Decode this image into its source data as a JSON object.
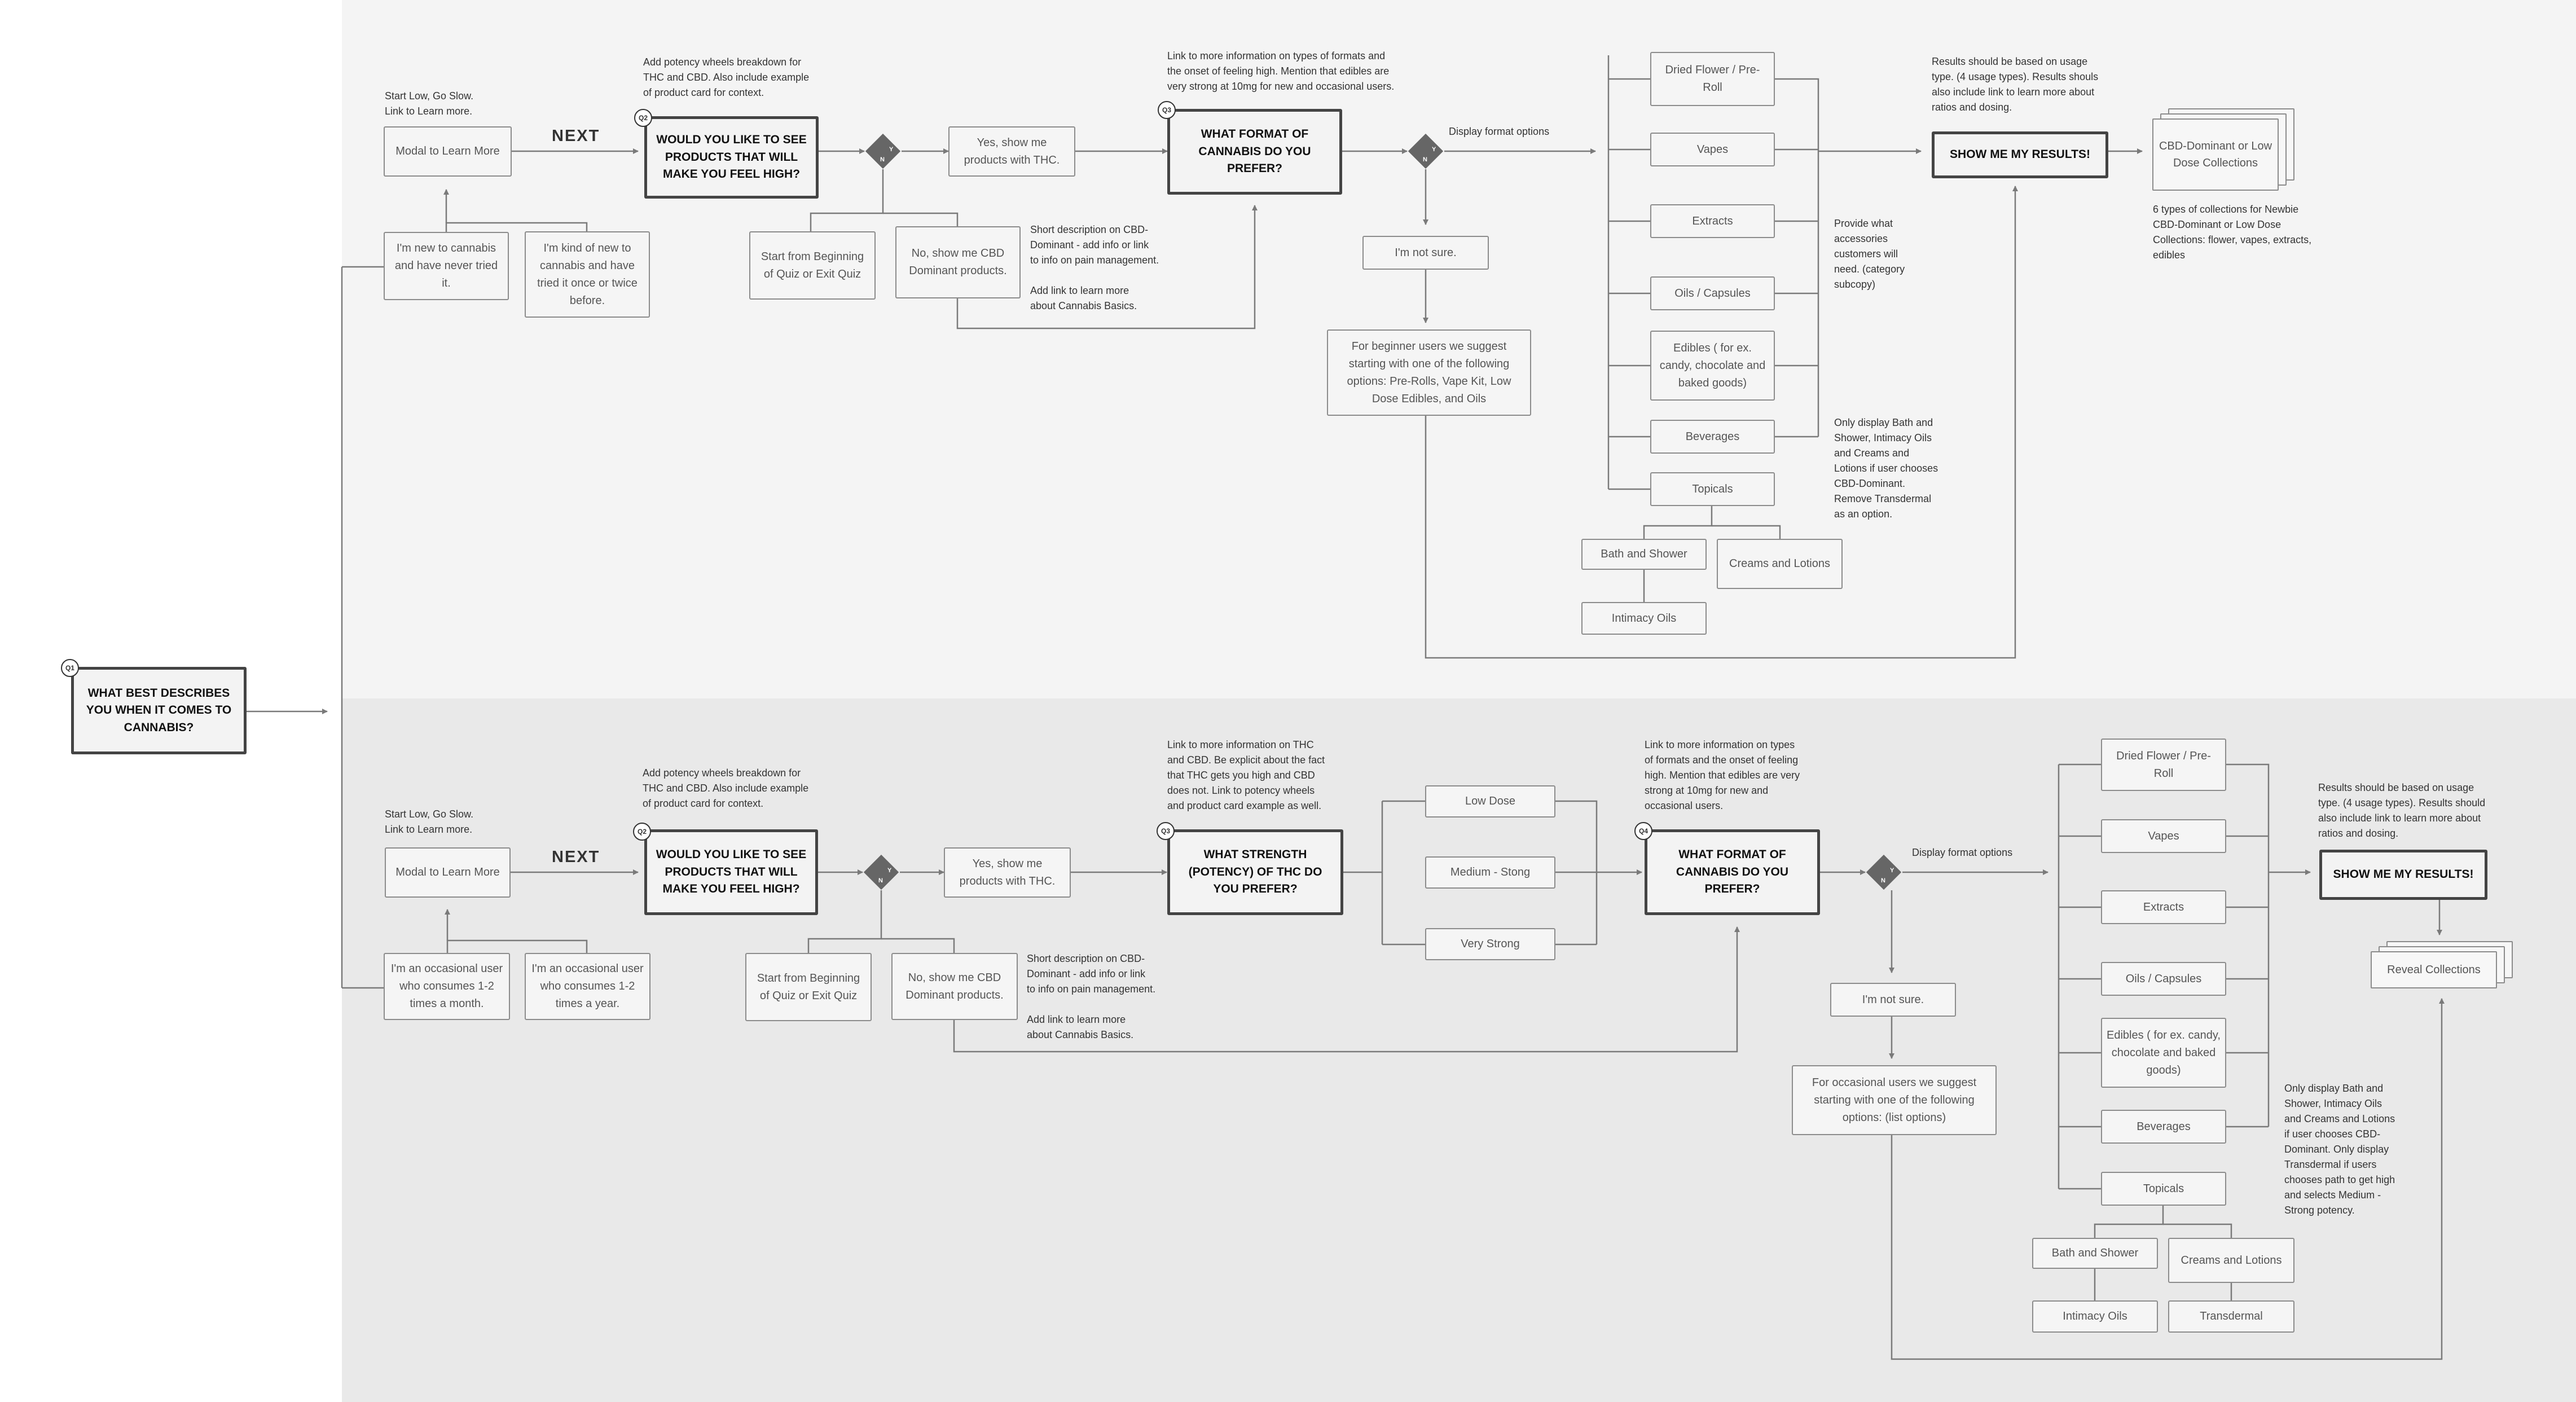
{
  "colors": {
    "top_band": "#f4f4f4",
    "bottom_band": "#e9e9e9",
    "line": "#7a7a7a",
    "box_border": "#8c8c8c",
    "question_border": "#444444",
    "diamond": "#666666"
  },
  "q1": {
    "badge": "Q1",
    "text": "WHAT BEST DESCRIBES YOU WHEN IT COMES TO CANNABIS?"
  },
  "top": {
    "start_note": "Start Low, Go Slow.\nLink to Learn more.",
    "modal": "Modal to Learn More",
    "next": "NEXT",
    "new_never": "I'm new to cannabis and have never tried it.",
    "new_kind": "I'm kind of new to cannabis and have tried it once or twice before.",
    "q2_note": "Add potency wheels breakdown for\nTHC and CBD. Also include example\nof product card for context.",
    "q2_badge": "Q2",
    "q2": "WOULD YOU LIKE TO SEE PRODUCTS THAT WILL MAKE YOU FEEL HIGH?",
    "d1_y": "Y",
    "d1_n": "N",
    "yes_thc": "Yes, show me products with THC.",
    "restart": "Start from Beginning of Quiz or Exit Quiz",
    "no_cbd": "No, show me CBD Dominant products.",
    "cbd_note": "Short description on CBD-\nDominant - add info or link\nto info on pain management.\n\nAdd link to learn more\nabout Cannabis Basics.",
    "q3_note": "Link to more information on types of formats and\nthe onset of feeling high. Mention that edibles are\nvery strong at 10mg for new and occasional users.",
    "q3_badge": "Q3",
    "q3": "WHAT FORMAT OF CANNABIS DO YOU PREFER?",
    "d2_y": "Y",
    "d2_n": "N",
    "display_formats": "Display format options",
    "not_sure": "I'm not sure.",
    "suggest": "For beginner users we suggest starting with one of the following options: Pre-Rolls, Vape Kit, Low Dose Edibles, and Oils",
    "formats": {
      "dried": "Dried Flower / Pre-Roll",
      "vapes": "Vapes",
      "extracts": "Extracts",
      "oils": "Oils / Capsules",
      "edibles": "Edibles ( for ex. candy, chocolate and baked goods)",
      "beverages": "Beverages",
      "topicals": "Topicals",
      "bath": "Bath and Shower",
      "creams": "Creams and Lotions",
      "intimacy": "Intimacy Oils"
    },
    "accessories_note": "Provide what\naccessories\ncustomers will\nneed. (category\nsubcopy)",
    "cbd_only_note": "Only display Bath and\nShower, Intimacy Oils\nand Creams and\nLotions if user chooses\nCBD-Dominant.\nRemove Transdermal\nas an option.",
    "results_note": "Results should be based on usage\ntype. (4 usage types). Results shouls\nalso include link to learn more about\nratios and dosing.",
    "results": "SHOW ME MY RESULTS!",
    "collections": "CBD-Dominant or Low Dose Collections",
    "collections_note": "6 types of collections for Newbie\nCBD-Dominant or Low Dose\nCollections: flower, vapes, extracts,\nedibles"
  },
  "bottom": {
    "start_note": "Start Low, Go Slow.\nLink to Learn more.",
    "modal": "Modal to Learn More",
    "next": "NEXT",
    "occ_month": "I'm an occasional user who consumes 1-2 times a month.",
    "occ_year": "I'm an occasional user who consumes 1-2 times a year.",
    "q2_note": "Add potency wheels breakdown for\nTHC and CBD. Also include example\nof product card for context.",
    "q2_badge": "Q2",
    "q2": "WOULD YOU LIKE TO SEE PRODUCTS THAT WILL MAKE YOU FEEL HIGH?",
    "d1_y": "Y",
    "d1_n": "N",
    "yes_thc": "Yes, show me products with THC.",
    "restart": "Start from Beginning of Quiz or Exit Quiz",
    "no_cbd": "No, show me CBD Dominant products.",
    "cbd_note": "Short description on CBD-\nDominant - add info or link\nto info on pain management.\n\nAdd link to learn more\nabout Cannabis Basics.",
    "q3_note": "Link to more information on THC\nand CBD. Be explicit about the fact\nthat THC gets you high and CBD\ndoes not. Link to potency wheels\nand product card example as well.",
    "q3_badge": "Q3",
    "q3": "WHAT STRENGTH (POTENCY) OF THC DO YOU PREFER?",
    "low": "Low Dose",
    "medium": "Medium - Stong",
    "strong": "Very Strong",
    "q4_note": "Link to more information on types\nof formats and the onset of feeling\nhigh. Mention that edibles are very\nstrong at 10mg for new and\noccasional users.",
    "q4_badge": "Q4",
    "q4": "WHAT FORMAT OF CANNABIS DO YOU PREFER?",
    "d2_y": "Y",
    "d2_n": "N",
    "display_formats": "Display format options",
    "not_sure": "I'm not sure.",
    "suggest": "For occasional users we suggest starting with one of the following options: (list options)",
    "formats": {
      "dried": "Dried Flower / Pre-Roll",
      "vapes": "Vapes",
      "extracts": "Extracts",
      "oils": "Oils / Capsules",
      "edibles": "Edibles ( for ex. candy, chocolate and baked goods)",
      "beverages": "Beverages",
      "topicals": "Topicals",
      "bath": "Bath and Shower",
      "creams": "Creams and Lotions",
      "intimacy": "Intimacy Oils",
      "transdermal": "Transdermal"
    },
    "cbd_only_note": "Only display Bath and\nShower, Intimacy Oils\nand Creams and Lotions\nif user chooses CBD-\nDominant. Only display\nTransdermal if users\nchooses path to get high\nand selects Medium -\nStrong potency.",
    "results_note": "Results should be based on usage\ntype. (4 usage types). Results should\nalso include link to learn more about\nratios and dosing.",
    "results": "SHOW ME MY RESULTS!",
    "collections": "Reveal Collections"
  }
}
